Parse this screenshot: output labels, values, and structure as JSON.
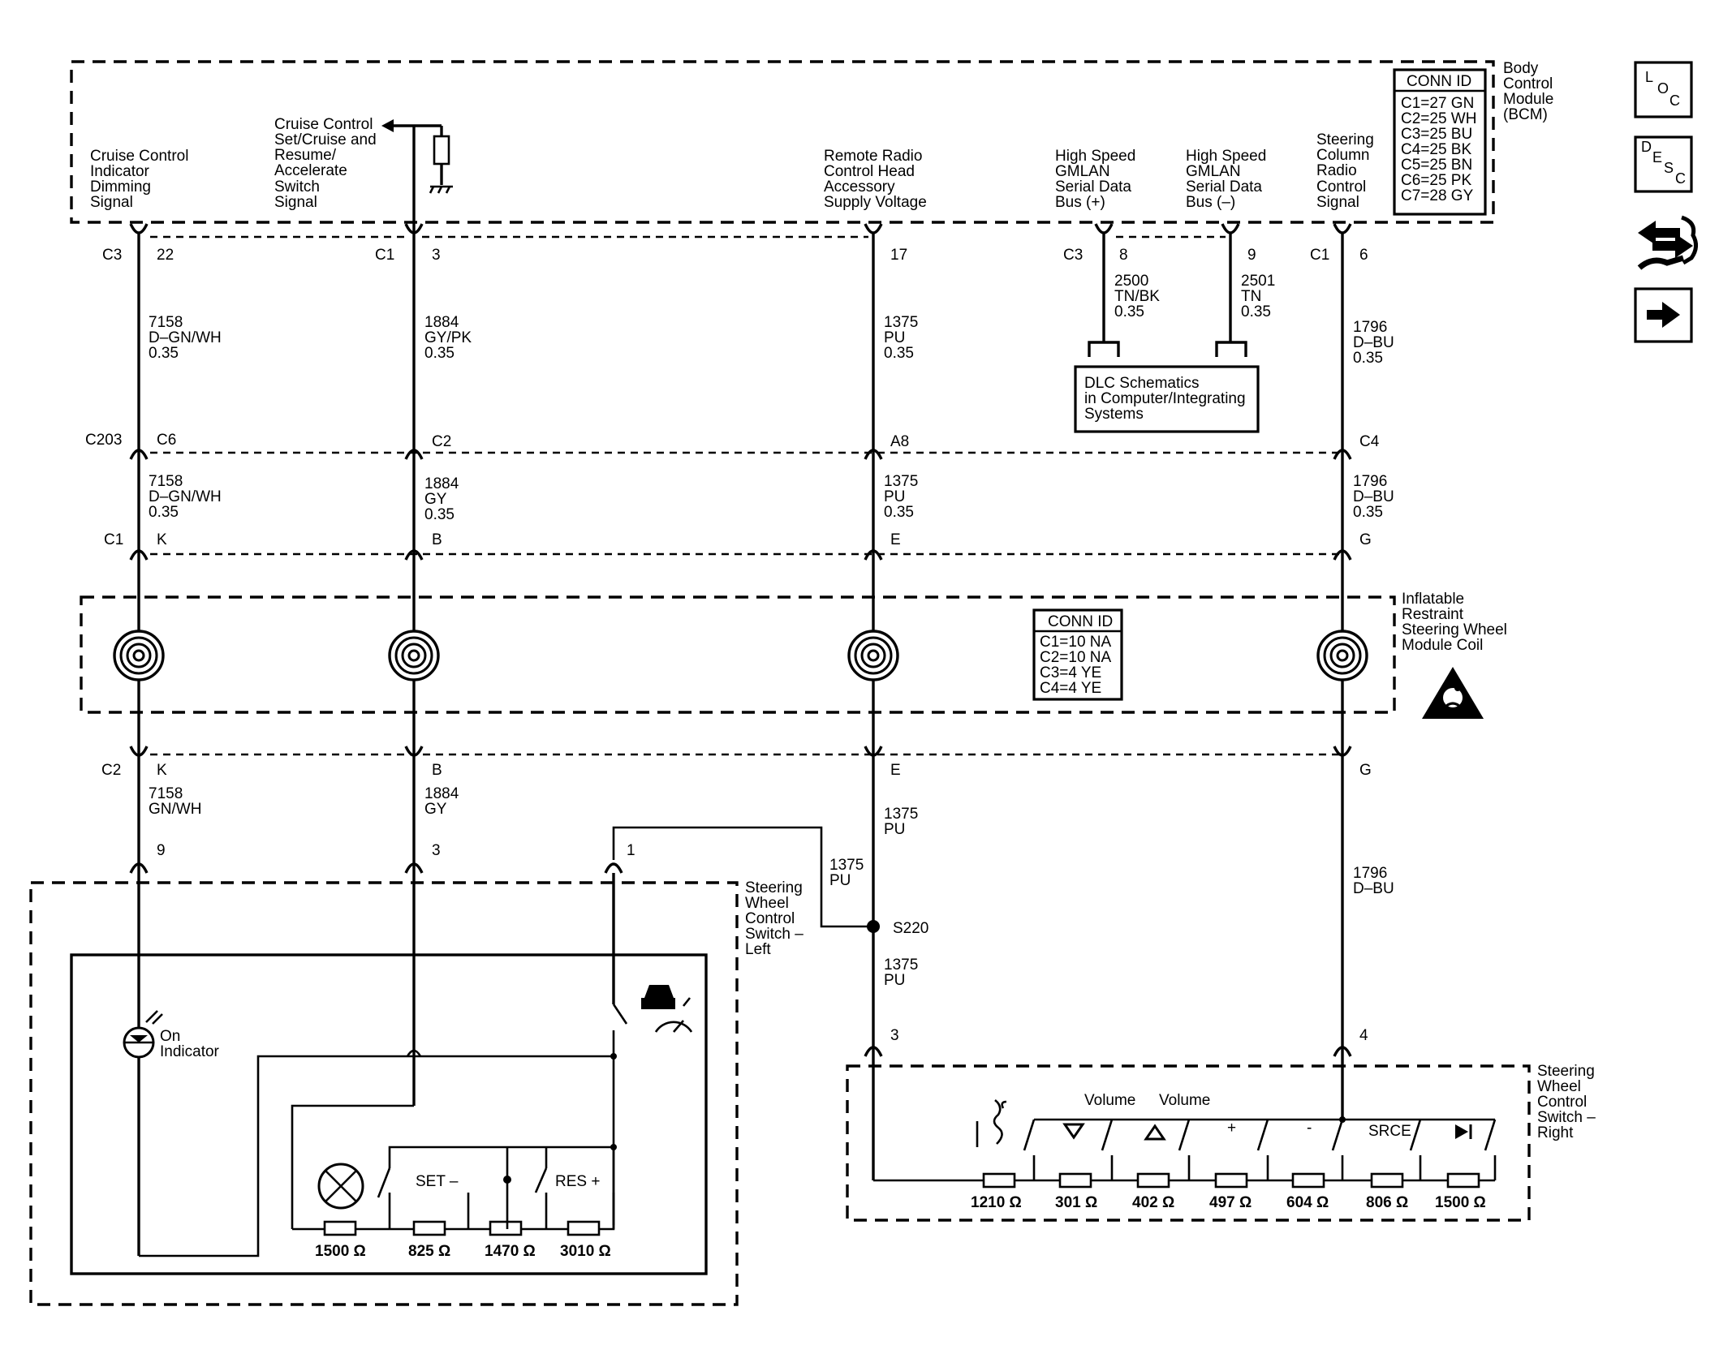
{
  "bcm": {
    "title": [
      "Body",
      "Control",
      "Module",
      "(BCM)"
    ],
    "conn_id_title": "CONN ID",
    "conn_ids": [
      "C1=27 GN",
      "C2=25 WH",
      "C3=25 BU",
      "C4=25 BK",
      "C5=25 BN",
      "C6=25 PK",
      "C7=28 GY"
    ],
    "signals": {
      "cruise_dimming": [
        "Cruise Control",
        "Indicator",
        "Dimming",
        "Signal"
      ],
      "cruise_switch": [
        "Cruise Control",
        "Set/Cruise and",
        "Resume/",
        "Accelerate",
        "Switch",
        "Signal"
      ],
      "radio_supply": [
        "Remote Radio",
        "Control Head",
        "Accessory",
        "Supply Voltage"
      ],
      "gmlan_plus": [
        "High Speed",
        "GMLAN",
        "Serial Data",
        "Bus (+)"
      ],
      "gmlan_minus": [
        "High Speed",
        "GMLAN",
        "Serial Data",
        "Bus (–)"
      ],
      "column_radio": [
        "Steering",
        "Column",
        "Radio",
        "Control",
        "Signal"
      ]
    }
  },
  "side_icons": {
    "loc": [
      "L",
      "O",
      "C"
    ],
    "desc": [
      "D",
      "E",
      "S",
      "C"
    ],
    "tools": "tools-icon",
    "next": "arrow-right-icon"
  },
  "pins": {
    "c3": "C3",
    "p22": "22",
    "c1": "C1",
    "p3": "3",
    "p17": "17",
    "c3b": "C3",
    "p8": "8",
    "p9": "9",
    "c1b": "C1",
    "p6": "6",
    "c203": "C203",
    "c6": "C6",
    "c2": "C2",
    "a8": "A8",
    "c4": "C4",
    "c1c": "C1",
    "k": "K",
    "b": "B",
    "e": "E",
    "g": "G",
    "c2b": "C2",
    "k2": "K",
    "b2": "B",
    "e2": "E",
    "g2": "G",
    "sw9": "9",
    "sw3": "3",
    "sw1": "1",
    "r3": "3",
    "r4": "4"
  },
  "wires": {
    "w1": [
      "7158",
      "D–GN/WH",
      "0.35"
    ],
    "w2": [
      "1884",
      "GY/PK",
      "0.35"
    ],
    "w3": [
      "1375",
      "PU",
      "0.35"
    ],
    "w4": [
      "2500",
      "TN/BK",
      "0.35"
    ],
    "w5": [
      "2501",
      "TN",
      "0.35"
    ],
    "w6": [
      "1796",
      "D–BU",
      "0.35"
    ],
    "w1b": [
      "7158",
      "D–GN/WH",
      "0.35"
    ],
    "w2b": [
      "1884",
      "GY",
      "0.35"
    ],
    "w3b": [
      "1375",
      "PU",
      "0.35"
    ],
    "w6b": [
      "1796",
      "D–BU",
      "0.35"
    ],
    "w1c": [
      "7158",
      "GN/WH"
    ],
    "w2c": [
      "1884",
      "GY"
    ],
    "w3c": [
      "1375",
      "PU"
    ],
    "w3d": [
      "1375",
      "PU"
    ],
    "w3e": [
      "1375",
      "PU"
    ],
    "w6c": [
      "1796",
      "D–BU"
    ]
  },
  "dlc": [
    "DLC Schematics",
    "in Computer/Integrating",
    "Systems"
  ],
  "coil": {
    "title": [
      "Inflatable",
      "Restraint",
      "Steering Wheel",
      "Module Coil"
    ],
    "conn_id_title": "CONN ID",
    "conn_ids": [
      "C1=10 NA",
      "C2=10 NA",
      "C3=4 YE",
      "C4=4 YE"
    ]
  },
  "splice": "S220",
  "left_switch": {
    "title": [
      "Steering",
      "Wheel",
      "Control",
      "Switch –",
      "Left"
    ],
    "indicator": [
      "On",
      "Indicator"
    ],
    "set": "SET –",
    "res": "RES +",
    "resistors": [
      "1500 Ω",
      "825 Ω",
      "1470 Ω",
      "3010 Ω"
    ]
  },
  "right_switch": {
    "title": [
      "Steering",
      "Wheel",
      "Control",
      "Switch –",
      "Right"
    ],
    "volume1": "Volume",
    "volume2": "Volume",
    "plus": "+",
    "minus": "-",
    "srce": "SRCE",
    "resistors": [
      "1210 Ω",
      "301 Ω",
      "402 Ω",
      "497 Ω",
      "604 Ω",
      "806 Ω",
      "1500 Ω"
    ]
  },
  "colors": {
    "ink": "#000000",
    "paper": "#ffffff"
  }
}
